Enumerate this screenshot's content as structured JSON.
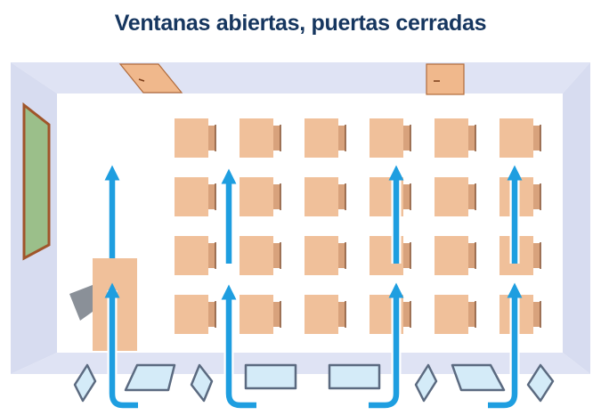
{
  "title": "Ventanas abiertas, puertas cerradas",
  "colors": {
    "title": "#16365f",
    "floor": "#ffffff",
    "wall": "#dfe3f4",
    "wall_shade": "#c9cfe8",
    "desk": "#f0c09a",
    "chair": "#d8a27c",
    "door": "#f0b88c",
    "door_edge": "#b06a3a",
    "blackboard": "#9bbf8a",
    "blackboard_frame": "#a0552a",
    "airflow": "#1e9ee0",
    "window_glass": "#d4ebf8",
    "window_frame": "#5b6a80",
    "teacher_chair": "#8a9098"
  },
  "elements": {
    "doors": [
      "closed",
      "closed"
    ],
    "windows": "open",
    "student_desks": {
      "rows": 4,
      "columns": 6
    },
    "airflow_icon": "arrow-up-icon"
  }
}
